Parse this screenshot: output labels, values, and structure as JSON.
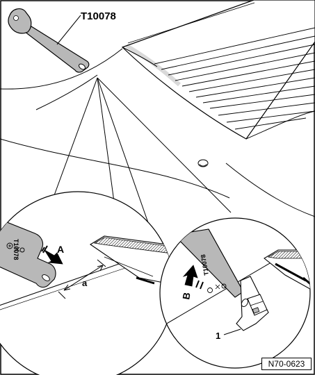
{
  "tool_label": "T10078",
  "tool_marking": "T10078",
  "label_a_upper": "A",
  "label_b_upper": "B",
  "dim_a": "a",
  "callout_1": "1",
  "figure_ref": "N70-0623"
}
